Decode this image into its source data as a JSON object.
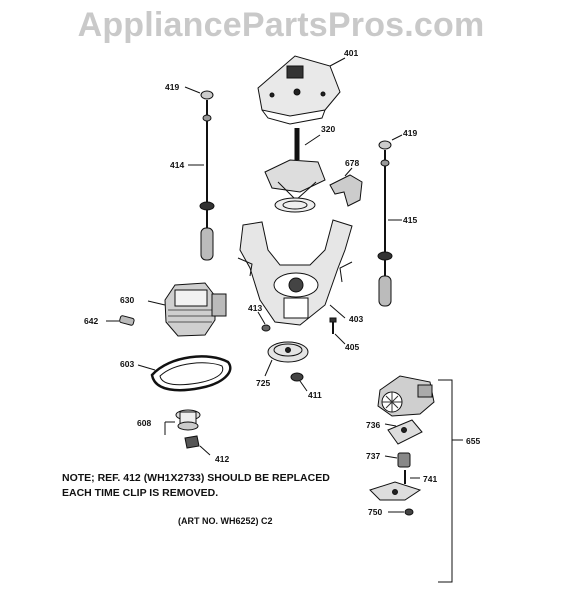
{
  "watermark": "AppliancePartsPros.com",
  "note": "NOTE; REF. 412 (WH1X2733) SHOULD BE REPLACED\nEACH TIME CLIP IS REMOVED.",
  "art_number": "(ART NO. WH6252) C2",
  "labels": {
    "p401": "401",
    "p419a": "419",
    "p419b": "419",
    "p320": "320",
    "p414": "414",
    "p678": "678",
    "p415": "415",
    "p630": "630",
    "p642": "642",
    "p413": "413",
    "p403": "403",
    "p405": "405",
    "p603": "603",
    "p725": "725",
    "p411": "411",
    "p608": "608",
    "p412": "412",
    "p655": "655",
    "p736": "736",
    "p737": "737",
    "p741": "741",
    "p750": "750"
  }
}
